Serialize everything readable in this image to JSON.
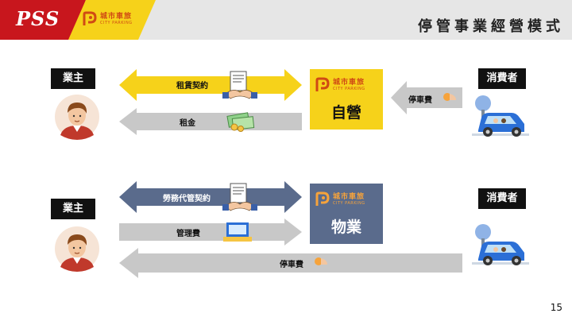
{
  "header": {
    "brand": "PSS",
    "title": "停管事業經營模式",
    "logo_zh": "城市車旅",
    "logo_en": "CITY PARKING"
  },
  "section_top": {
    "owner_label": "業主",
    "consumer_label": "消費者",
    "lease_contract": "租賃契約",
    "rent": "租金",
    "parking_fee": "停車費",
    "operator_box": "自營"
  },
  "section_bottom": {
    "owner_label": "業主",
    "consumer_label": "消費者",
    "service_contract": "勞務代管契約",
    "management_fee": "管理費",
    "parking_fee": "停車費",
    "operator_box": "物業"
  },
  "page_number": "15",
  "colors": {
    "red": "#c8161d",
    "yellow": "#f6d21a",
    "slate": "#5a6b8c",
    "gray_arrow": "#c8c8c8",
    "header_gray": "#e6e6e6"
  }
}
